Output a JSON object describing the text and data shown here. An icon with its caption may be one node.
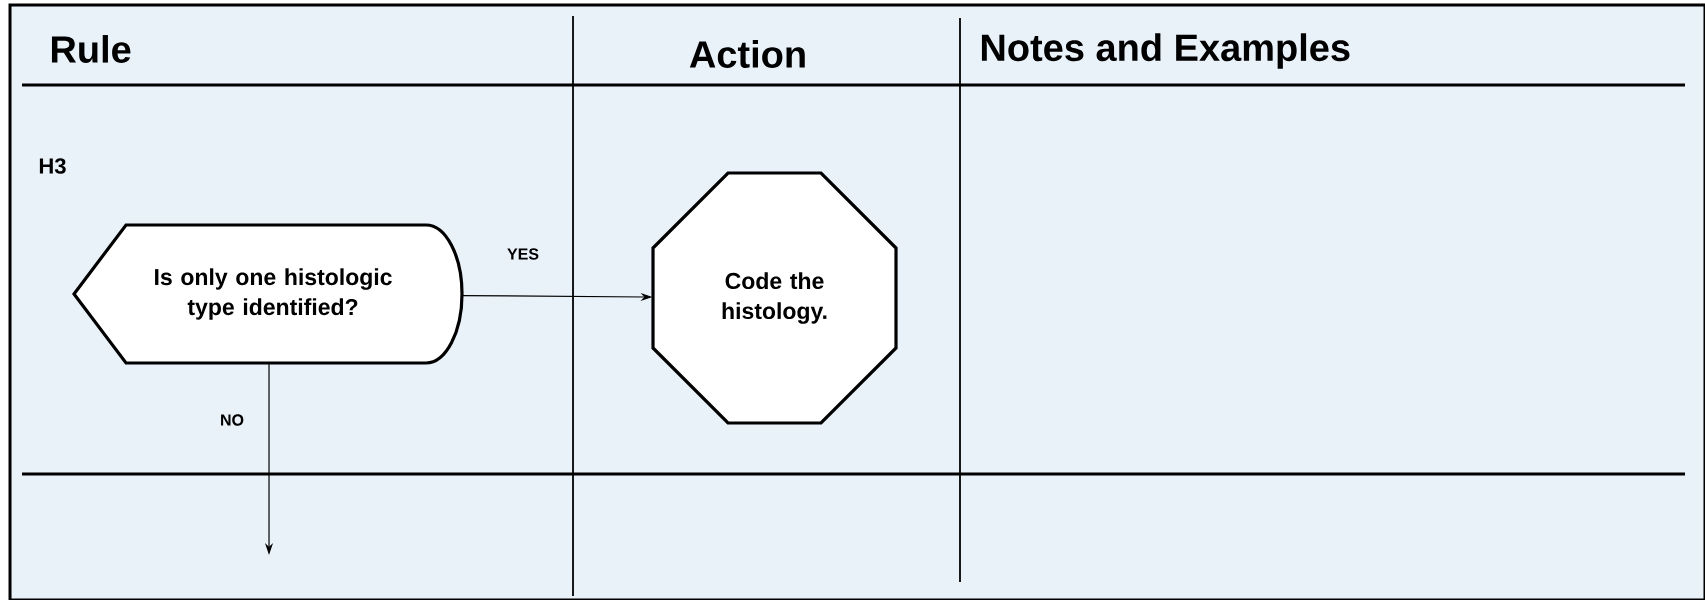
{
  "diagram": {
    "nodes": [
      {
        "text": [
          "Is only one histologic type identified?"
        ]
      },
      {
        "text": [
          "Code the histology."
        ]
      }
    ],
    "edges": [
      {
        "from": 0,
        "to": 1,
        "arrow": "to",
        "label": "YES"
      },
      {
        "from": 0,
        "to": null,
        "arrow": "to",
        "label": "NO"
      }
    ],
    "labels": [
      "Rule",
      "Action",
      "Notes and Examples",
      "H3"
    ]
  }
}
